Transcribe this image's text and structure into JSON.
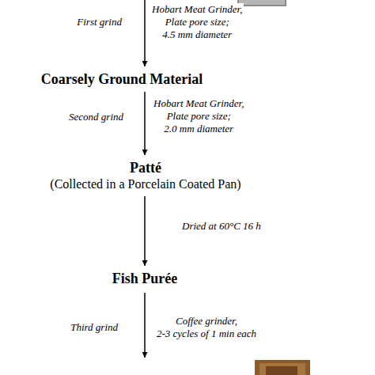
{
  "diagram": {
    "nodes": [
      {
        "text": [
          "Coarsely Ground Material"
        ]
      },
      {
        "text": [
          "Patté",
          "(Collected in a Porcelain Coated Pan)"
        ]
      },
      {
        "text": [
          "Fish Purée"
        ]
      }
    ],
    "edges": [
      {
        "from": 0,
        "to": 1,
        "label": "Second grind",
        "arrow": "to"
      },
      {
        "from": 1,
        "to": 2,
        "label": "Dried at 60°C 16 h",
        "arrow": "to"
      }
    ],
    "labels": [
      "First grind",
      "Hobart Meat Grinder, Plate pore size; 4.5 mm diameter",
      "Hobart Meat Grinder, Plate pore size; 2.0 mm diameter",
      "Third grind",
      "Coffee grinder, 2-3 cycles of 1 min each"
    ]
  }
}
